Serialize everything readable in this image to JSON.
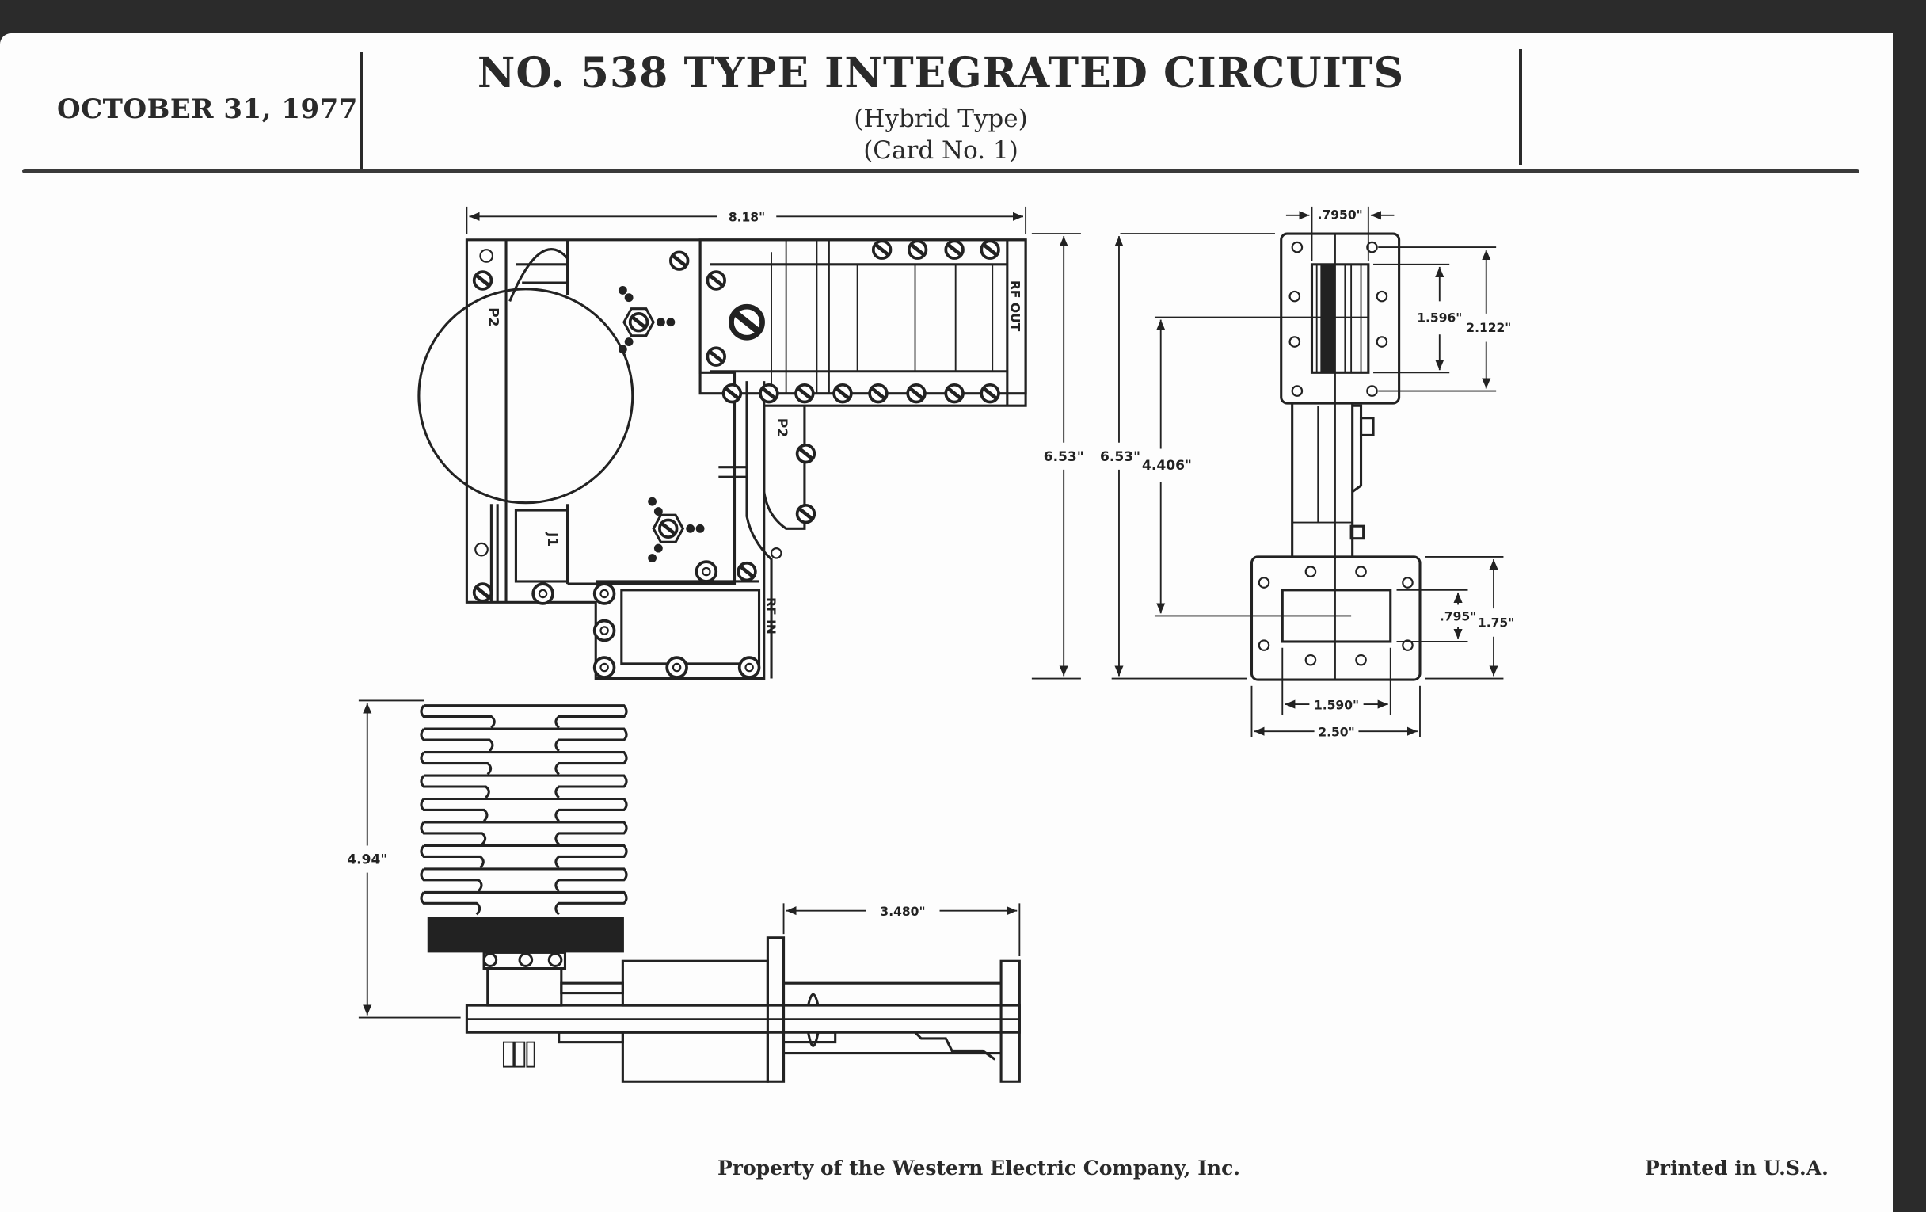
{
  "header": {
    "date": "OCTOBER 31, 1977",
    "title": "NO. 538 TYPE INTEGRATED CIRCUITS",
    "subtitle_1": "(Hybrid Type)",
    "subtitle_2": "(Card No. 1)"
  },
  "footer": {
    "property": "Property of the Western Electric Company, Inc.",
    "printed": "Printed in U.S.A."
  },
  "drawing": {
    "top_view": {
      "labels": {
        "p2_left": "P2",
        "p2_right": "P2",
        "j1": "J1",
        "rf_out": "RF OUT",
        "rf_in": "RF IN"
      },
      "dimensions": {
        "width": "8.18\"",
        "height": "6.53\""
      }
    },
    "end_view": {
      "dimensions": {
        "height": "6.53\"",
        "center_offset": "4.406\"",
        "slot_width_top": ".7950\"",
        "slot_height_top": "1.596\"",
        "hole_spacing_top": "2.122\"",
        "window_height_bottom": ".795\"",
        "flange_height_bottom": "1.75\"",
        "window_width_bottom": "1.590\"",
        "flange_width_bottom": "2.50\""
      }
    },
    "side_view": {
      "dimensions": {
        "heatsink_height": "4.94\"",
        "waveguide_length": "3.480\""
      }
    }
  },
  "colors": {
    "ink": "#222222",
    "paper": "#fdfdfd",
    "border": "#2b2b2b"
  }
}
